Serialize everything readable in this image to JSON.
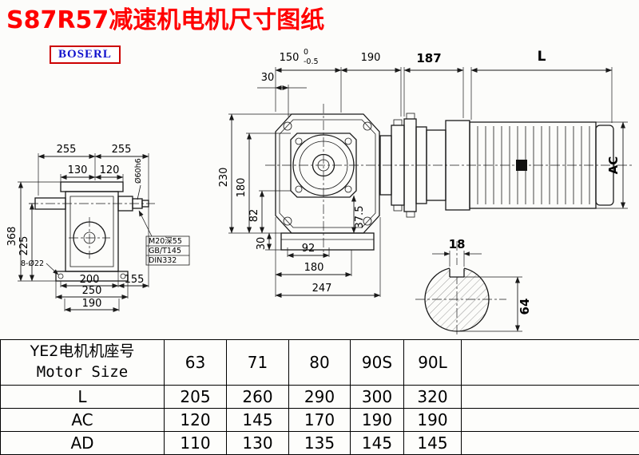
{
  "page": {
    "title": "S87R57减速机电机尺寸图纸",
    "logo": "BOSERL"
  },
  "drawing": {
    "dims": {
      "top_150": "150",
      "tol_upper": "0",
      "tol_lower": "-0.5",
      "top_190": "190",
      "top_187": "187",
      "top_L": "L",
      "top_30": "30",
      "left_230": "230",
      "left_180": "180",
      "left_82": "82",
      "left_30": "30",
      "mid_37_5": "37.5",
      "bot_92": "92",
      "bot_180": "180",
      "bot_247": "247",
      "ac": "AC",
      "key_18": "18",
      "key_64": "64",
      "sv_255a": "255",
      "sv_255b": "255",
      "sv_130": "130",
      "sv_120": "120",
      "sv_368": "368",
      "sv_225": "225",
      "sv_200": "200",
      "sv_155": "155",
      "sv_250": "250",
      "sv_190": "190",
      "sv_8_o22": "8-Ø22",
      "note_m20": "M20深55",
      "note_gb": "GB/T145",
      "note_din": "DIN332",
      "sv_o60": "Ø60h6"
    }
  },
  "table": {
    "header": {
      "line1": "YE2电机机座号",
      "line2": "Motor Size"
    },
    "columns": [
      "63",
      "71",
      "80",
      "90S",
      "90L"
    ],
    "rows": [
      {
        "label": "L",
        "values": [
          "205",
          "260",
          "290",
          "300",
          "320"
        ]
      },
      {
        "label": "AC",
        "values": [
          "120",
          "145",
          "170",
          "190",
          "190"
        ]
      },
      {
        "label": "AD",
        "values": [
          "110",
          "130",
          "135",
          "145",
          "145"
        ]
      }
    ]
  }
}
